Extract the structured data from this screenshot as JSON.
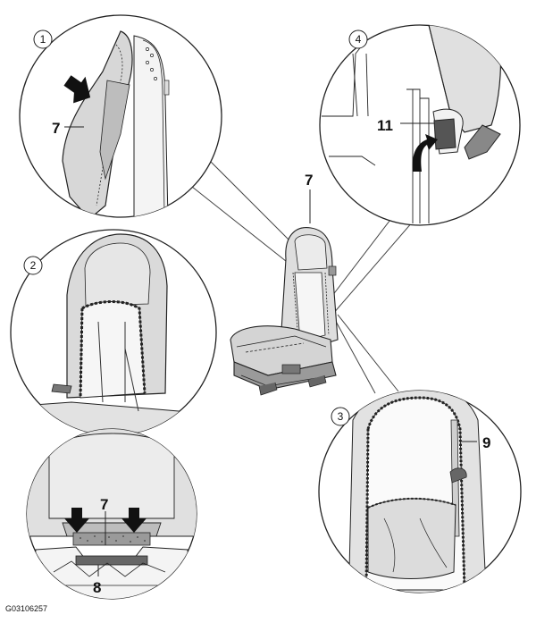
{
  "figure_code": "G03106257",
  "steps": [
    "1",
    "2",
    "3",
    "4"
  ],
  "callouts": {
    "seat_main": "7",
    "detail1_cover": "7",
    "detail5_cover": "7",
    "detail5_part": "8",
    "detail3_part": "9",
    "detail4_part": "11"
  },
  "colors": {
    "line": "#222222",
    "fill_light": "#e4e4e4",
    "fill_mid": "#c9c9c9",
    "fill_dark": "#555555",
    "arrow": "#111111"
  },
  "icons": [
    "push-arrow-icon",
    "down-arrow-icon",
    "pull-arrow-icon"
  ]
}
